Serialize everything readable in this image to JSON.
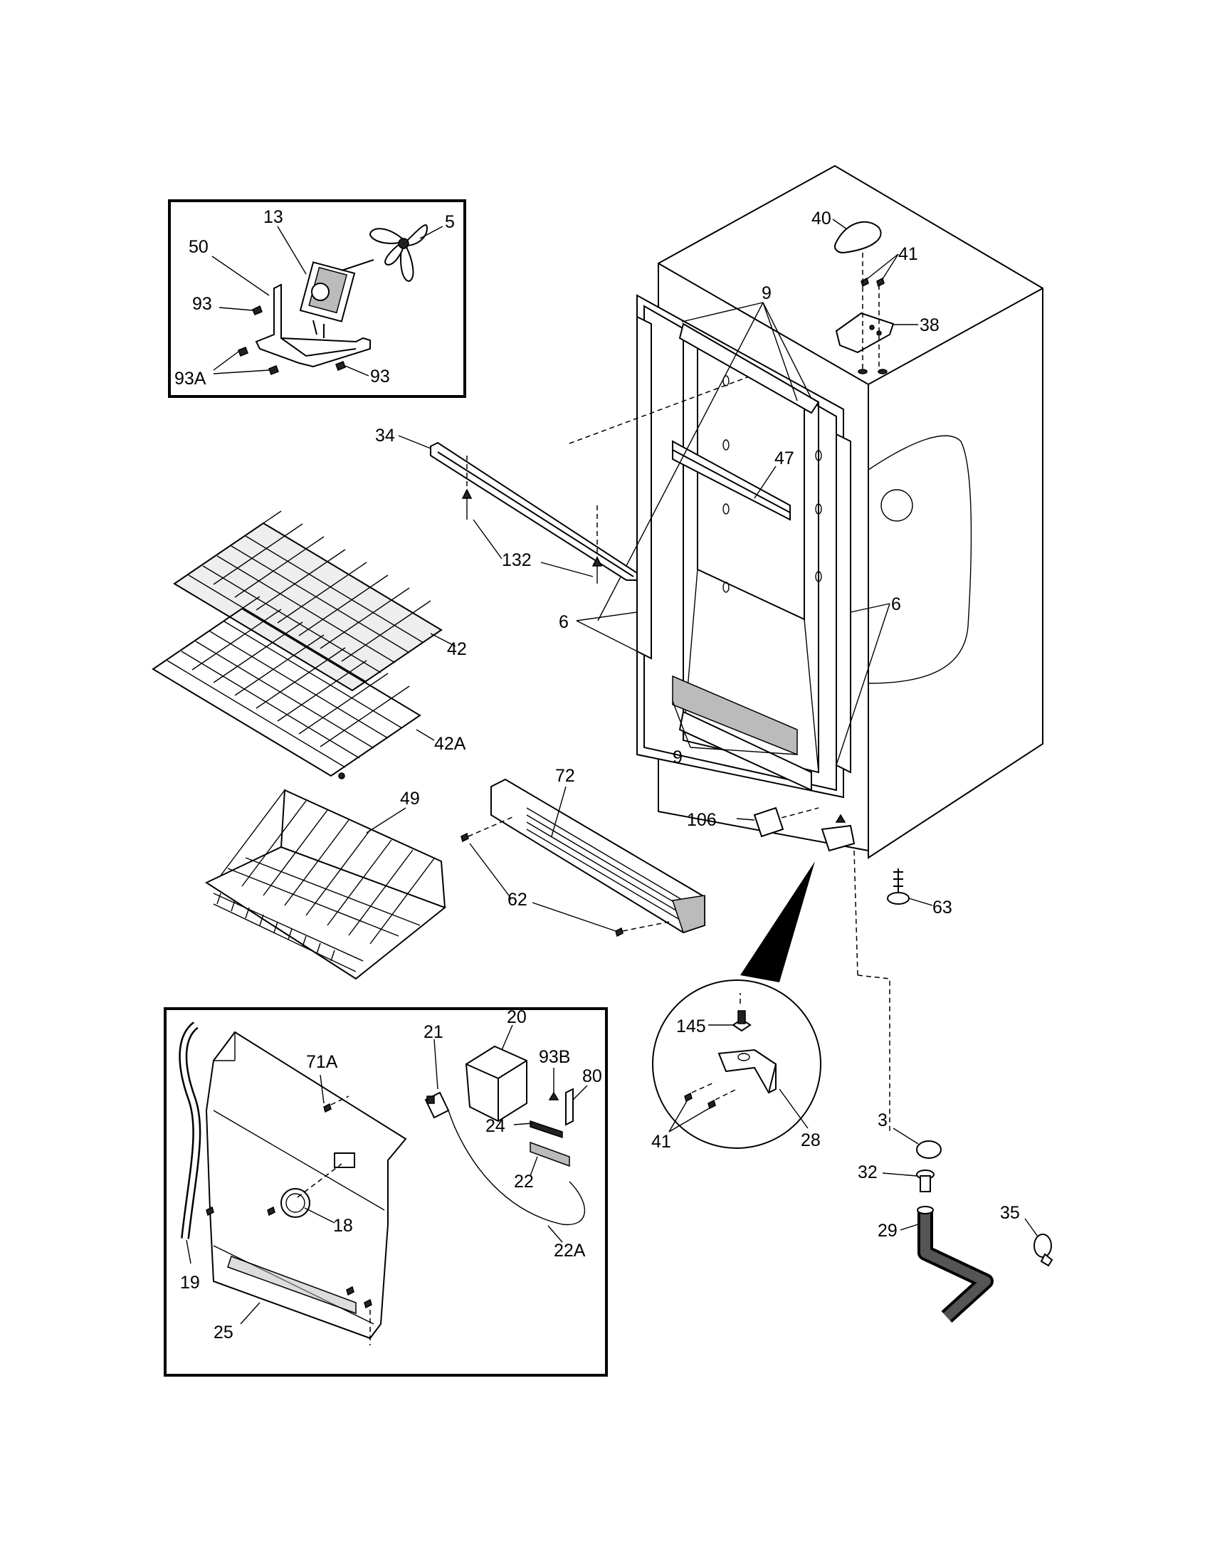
{
  "labels": {
    "l13": "13",
    "l5": "5",
    "l50": "50",
    "l93a": "93",
    "l93b": "93",
    "l93A": "93A",
    "l40": "40",
    "l41a": "41",
    "l9a": "9",
    "l38": "38",
    "l34": "34",
    "l47": "47",
    "l132": "132",
    "l6a": "6",
    "l6b": "6",
    "l42": "42",
    "l42A": "42A",
    "l49": "49",
    "l72": "72",
    "l9b": "9",
    "l106": "106",
    "l62": "62",
    "l63": "63",
    "l145": "145",
    "l41b": "41",
    "l28": "28",
    "l3": "3",
    "l32": "32",
    "l29": "29",
    "l35": "35",
    "l20": "20",
    "l71A": "71A",
    "l21": "21",
    "l93B": "93B",
    "l80": "80",
    "l24": "24",
    "l22": "22",
    "l18": "18",
    "l22A": "22A",
    "l19": "19",
    "l25": "25"
  },
  "icons": {
    "fan_motor": "fan-motor-icon",
    "fan_blade": "fan-blade-icon",
    "hinge": "hinge-icon",
    "shelf": "wire-shelf-icon",
    "basket": "wire-basket-icon",
    "drain_hose": "drain-hose-icon"
  }
}
